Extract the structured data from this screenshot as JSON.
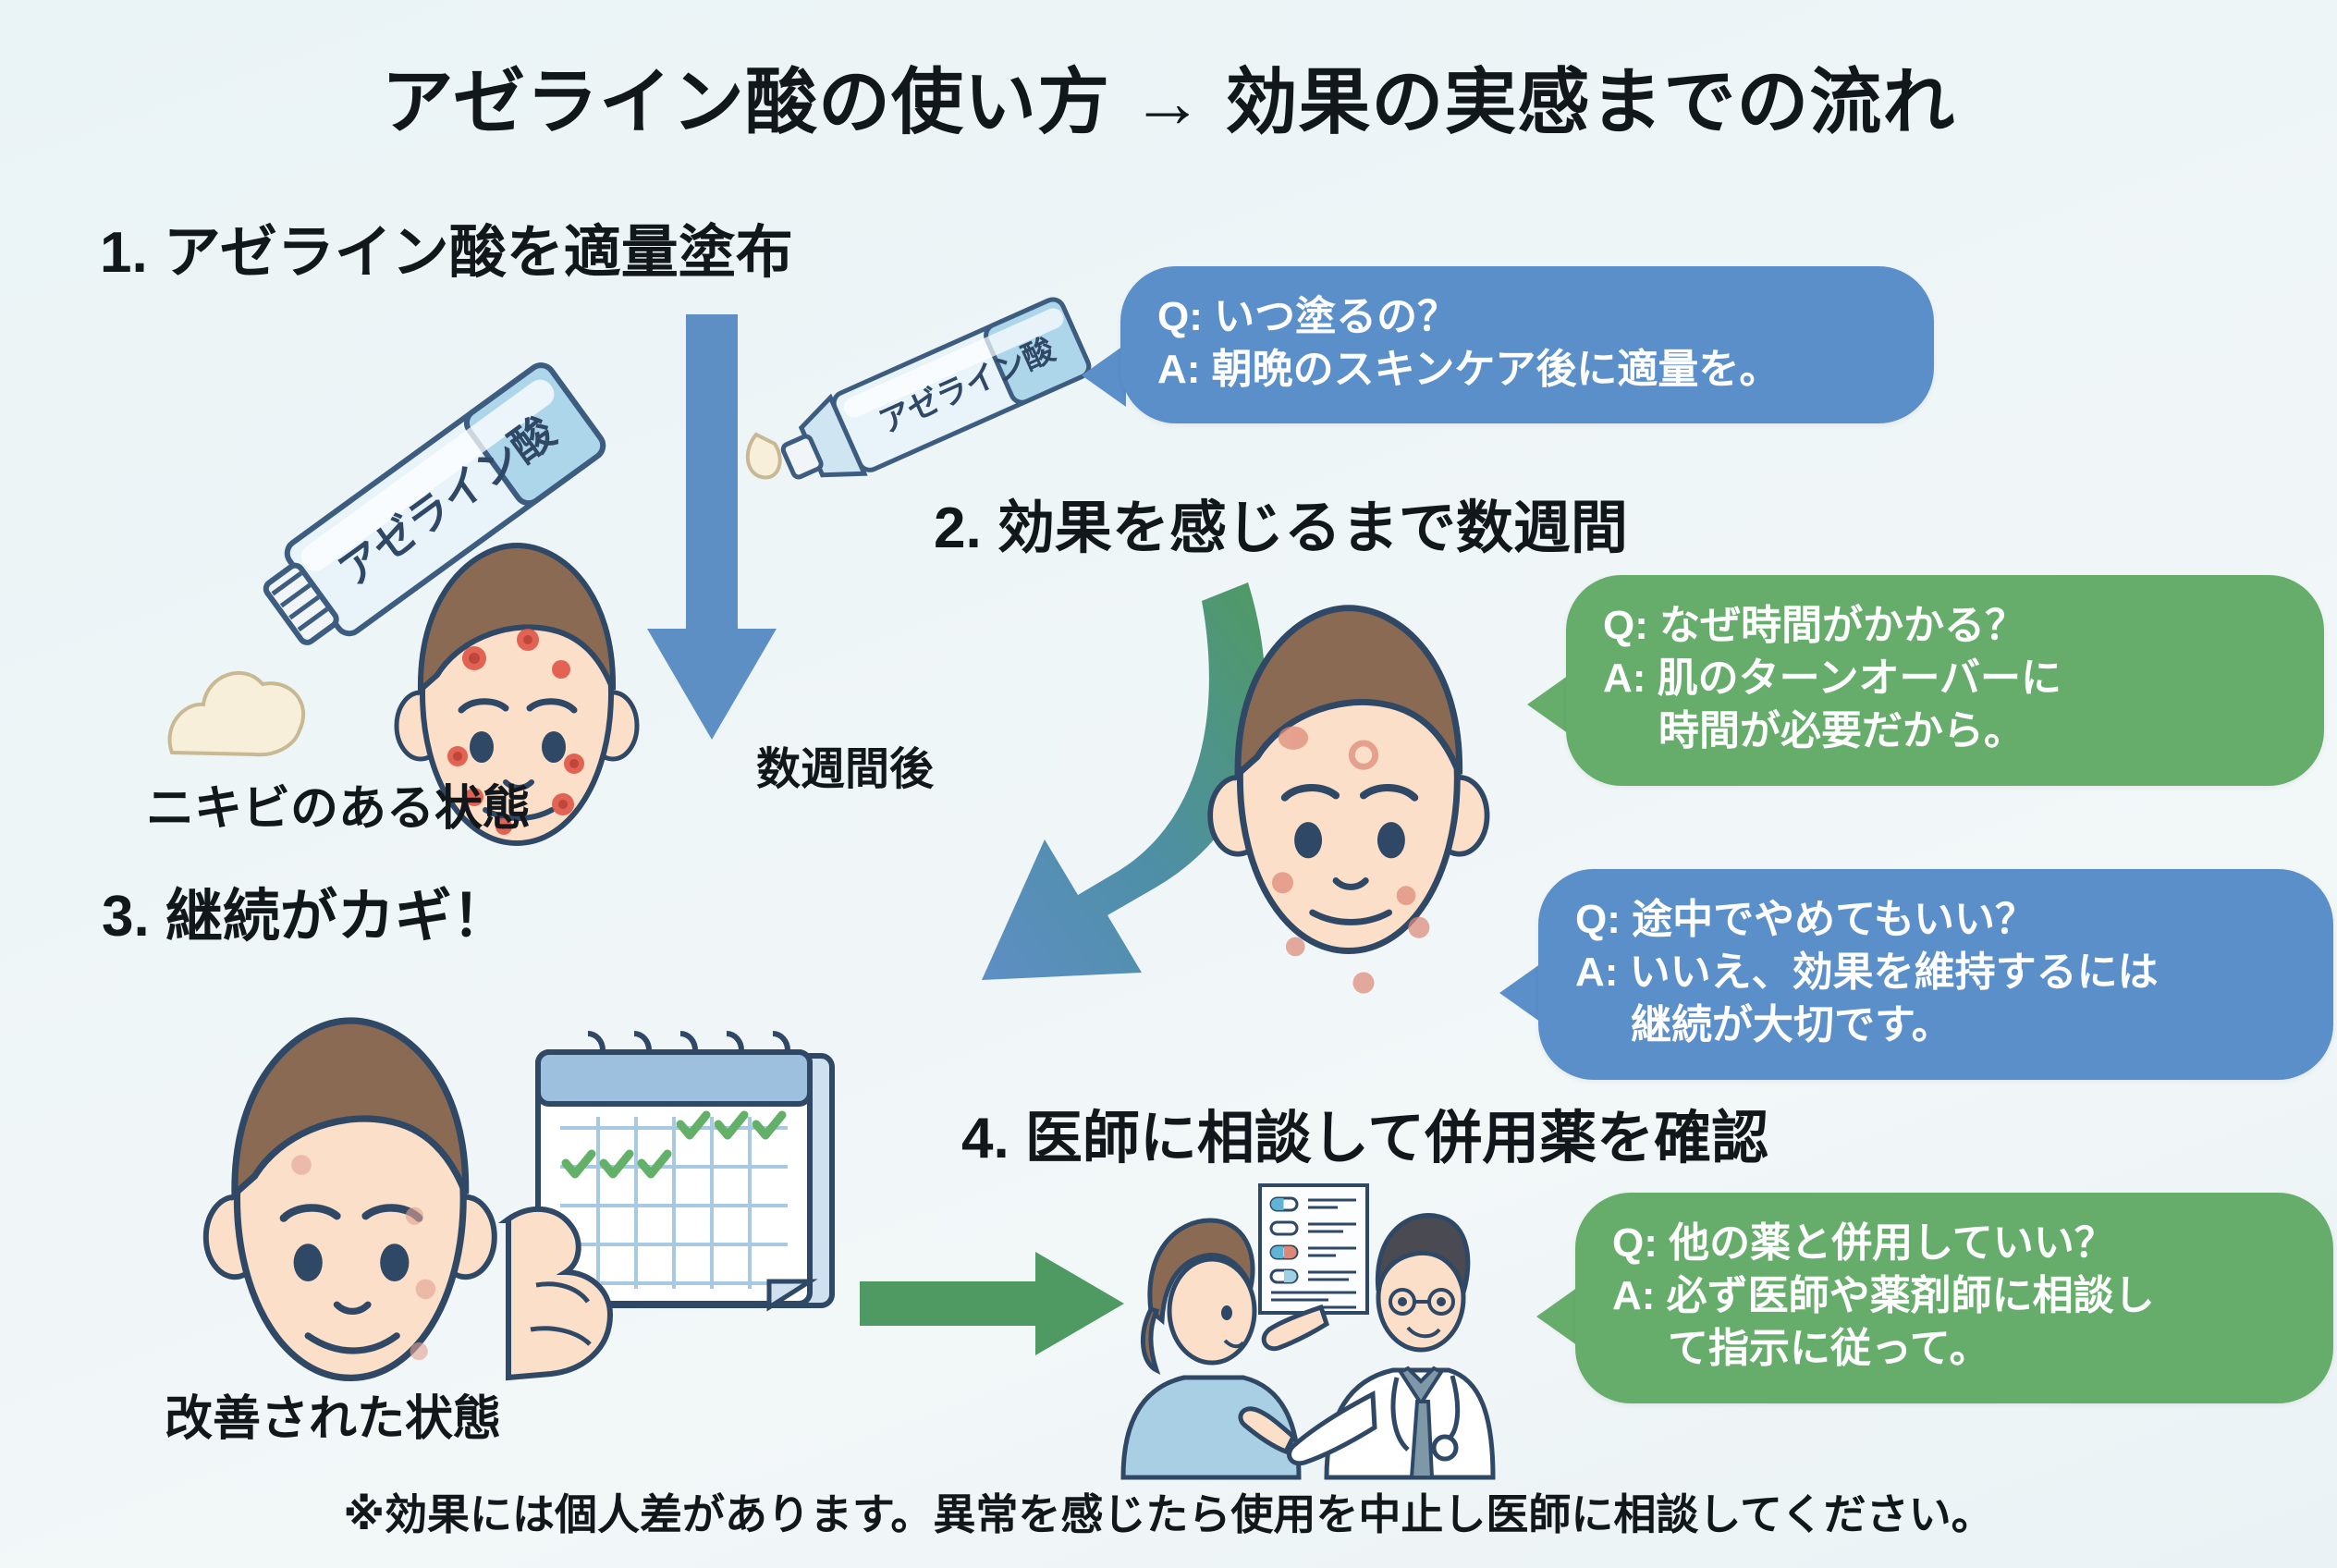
{
  "title": "アゼライン酸の使い方 → 効果の実感までの流れ",
  "footer_note": "※効果には個人差があります。異常を感じたら使用を中止し医師に相談してください。",
  "steps": [
    {
      "id": "step-1",
      "heading": "1. アゼライン酸を適量塗布"
    },
    {
      "id": "step-2",
      "heading": "2. 効果を感じるまで数週間"
    },
    {
      "id": "step-3",
      "heading": "3. 継続がカギ！"
    },
    {
      "id": "step-4",
      "heading": "4. 医師に相談して併用薬を確認"
    }
  ],
  "captions": {
    "before": "ニキビのある状態",
    "after": "改善された状態",
    "time_arrow": "数週間後"
  },
  "tube_label": "アゼライン酸",
  "bubbles": [
    {
      "id": "bubble-when-to-apply",
      "color": "blue",
      "color_hex": "#5b8fc9",
      "lines": [
        "Q: いつ塗るの？",
        "A: 朝晩のスキンケア後に適量を。"
      ]
    },
    {
      "id": "bubble-why-time",
      "color": "green",
      "color_hex": "#66ad6c",
      "lines": [
        "Q: なぜ時間がかかる？",
        "A: 肌のターンオーバーに",
        "時間が必要だから。"
      ]
    },
    {
      "id": "bubble-can-i-stop",
      "color": "blue",
      "color_hex": "#5b8fc9",
      "lines": [
        "Q: 途中でやめてもいい？",
        "A: いいえ、効果を維持するには",
        "継続が大切です。"
      ]
    },
    {
      "id": "bubble-other-meds",
      "color": "green",
      "color_hex": "#66ad6c",
      "lines": [
        "Q: 他の薬と併用していい？",
        "A: 必ず医師や薬剤師に相談し",
        "て指示に従って。"
      ]
    }
  ],
  "colors": {
    "background_top": "#eaf3f6",
    "background_bottom": "#eaf2f5",
    "accent_blue": "#5b8fc9",
    "accent_green": "#5f9e68",
    "arrow_blue": "#5e8fc4",
    "arrow_green": "#4f9a63",
    "text_dark": "#12171c",
    "line_navy": "#2f4866",
    "skin": "#fbdfc8",
    "hair_brown": "#8a6a53",
    "acne_red": "#e06a5a",
    "tube_light": "#cfe6f2",
    "check_green": "#63b068"
  },
  "illustrations": {
    "tube_large": "azelaic-acid-tube",
    "tube_small": "azelaic-acid-tube-squeezing",
    "cream_blob": "cream-dollop",
    "face_acne": "face-with-acne",
    "face_mid": "face-partially-improved",
    "face_improved": "face-improved",
    "calendar": "calendar-with-checkmarks",
    "doctor_scene": "doctor-and-patient-consultation",
    "chart_sheet": "medication-chart"
  },
  "calendar": {
    "check_rows": [
      [
        0,
        0,
        0,
        1,
        1,
        1
      ],
      [
        1,
        1,
        1,
        0,
        0,
        0
      ],
      [
        0,
        0,
        0,
        0,
        0,
        0
      ],
      [
        0,
        0,
        0,
        0,
        0,
        0
      ]
    ]
  }
}
